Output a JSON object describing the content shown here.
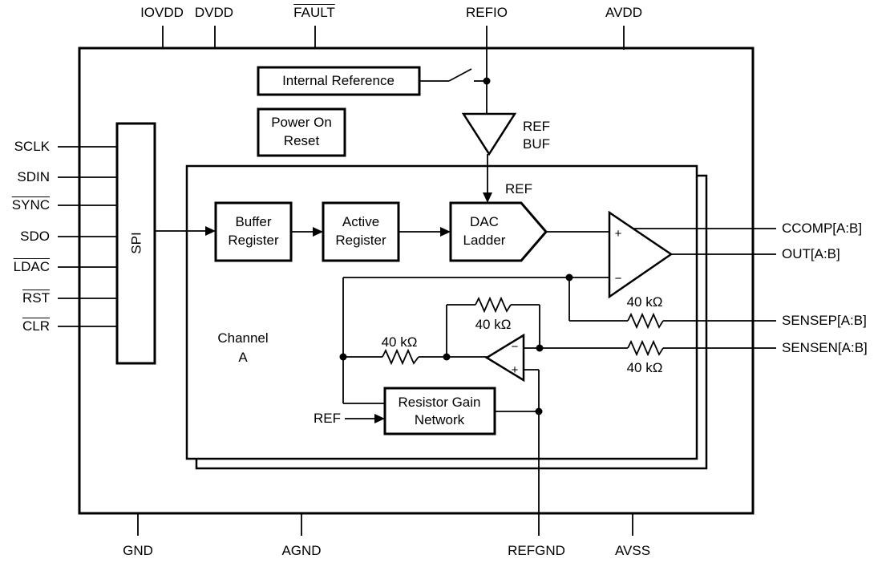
{
  "diagram": {
    "pins": {
      "top": [
        {
          "label": "IOVDD"
        },
        {
          "label": "DVDD"
        },
        {
          "label": "FAULT",
          "overline": true
        },
        {
          "label": "REFIO"
        },
        {
          "label": "AVDD"
        }
      ],
      "left": [
        {
          "label": "SCLK"
        },
        {
          "label": "SDIN"
        },
        {
          "label": "SYNC",
          "overline": true
        },
        {
          "label": "SDO"
        },
        {
          "label": "LDAC",
          "overline": true
        },
        {
          "label": "RST",
          "overline": true
        },
        {
          "label": "CLR",
          "overline": true
        }
      ],
      "right": [
        {
          "label": "CCOMP[A:B]"
        },
        {
          "label": "OUT[A:B]"
        },
        {
          "label": "SENSEP[A:B]"
        },
        {
          "label": "SENSEN[A:B]"
        }
      ],
      "bottom": [
        {
          "label": "GND"
        },
        {
          "label": "AGND"
        },
        {
          "label": "REFGND"
        },
        {
          "label": "AVSS"
        }
      ]
    },
    "blocks": {
      "internal_reference": "Internal Reference",
      "power_on_reset": {
        "line1": "Power On",
        "line2": "Reset"
      },
      "spi": "SPI",
      "buffer_register": {
        "line1": "Buffer",
        "line2": "Register"
      },
      "active_register": {
        "line1": "Active",
        "line2": "Register"
      },
      "dac_ladder": {
        "line1": "DAC",
        "line2": "Ladder"
      },
      "resistor_gain_network": {
        "line1": "Resistor Gain",
        "line2": "Network"
      },
      "channel": {
        "line1": "Channel",
        "line2": "A"
      }
    },
    "labels": {
      "ref_buf": {
        "line1": "REF",
        "line2": "BUF"
      },
      "ref": "REF",
      "resistor_value": "40 kΩ",
      "plus": "+",
      "minus": "−"
    },
    "colors": {
      "line": "#000000",
      "background": "#ffffff"
    }
  }
}
